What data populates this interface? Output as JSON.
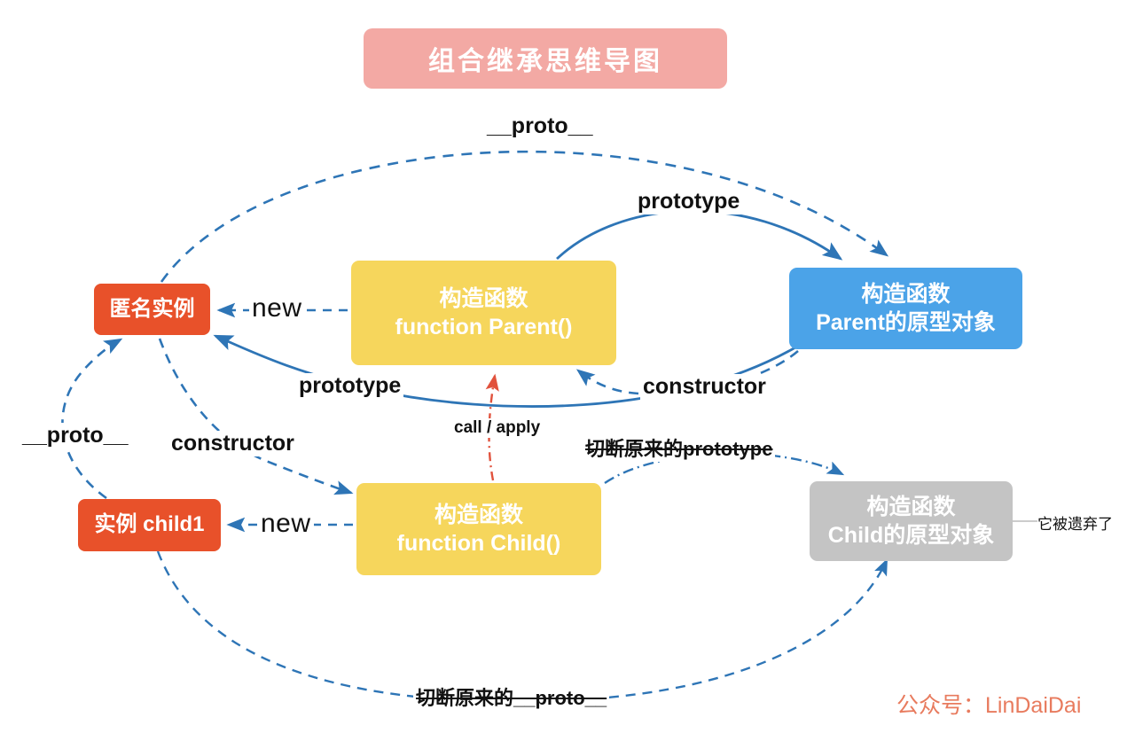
{
  "title": {
    "text": "组合继承思维导图",
    "bg_color": "#F3A9A4",
    "text_color": "#FFFFFF"
  },
  "watermark": {
    "text": "公众号：LinDaiDai",
    "color": "#E87B5E"
  },
  "nodes": {
    "anon": {
      "line1": "匿名实例",
      "line2": "",
      "color": "#E8512A"
    },
    "parent": {
      "line1": "构造函数",
      "line2": "function Parent()",
      "color": "#F6D65C"
    },
    "parent_proto": {
      "line1": "构造函数",
      "line2": "Parent的原型对象",
      "color": "#4BA3E8"
    },
    "child1": {
      "line1": "实例 child1",
      "line2": "",
      "color": "#E8512A"
    },
    "child": {
      "line1": "构造函数",
      "line2": "function Child()",
      "color": "#F6D65C"
    },
    "child_proto": {
      "line1": "构造函数",
      "line2": "Child的原型对象",
      "color": "#C4C4C4"
    }
  },
  "annotations": {
    "abandoned": "它被遗弃了"
  },
  "edge_labels": {
    "proto_top": "__proto__",
    "prototype_top": "prototype",
    "new_top": "new",
    "prototype_mid": "prototype",
    "constructor_right": "constructor",
    "proto_left": "__proto__",
    "constructor_left": "constructor",
    "call_apply": "call / apply",
    "cut_prototype": "切断原来的prototype",
    "new_bottom": "new",
    "cut_proto": "切断原来的__proto__"
  },
  "edges": [
    {
      "from": "anon",
      "to": "parent_proto",
      "label": "__proto__",
      "style": "dashed",
      "color": "#2E75B6"
    },
    {
      "from": "parent",
      "to": "parent_proto",
      "label": "prototype",
      "style": "solid",
      "color": "#2E75B6"
    },
    {
      "from": "parent",
      "to": "anon",
      "label": "new",
      "style": "dashed",
      "color": "#2E75B6"
    },
    {
      "from": "parent_proto",
      "to": "anon",
      "label": "prototype",
      "style": "solid",
      "color": "#2E75B6"
    },
    {
      "from": "parent_proto",
      "to": "parent",
      "label": "constructor",
      "style": "dashed",
      "color": "#2E75B6"
    },
    {
      "from": "child1",
      "to": "anon",
      "label": "__proto__",
      "style": "dashed",
      "color": "#2E75B6"
    },
    {
      "from": "anon",
      "to": "child",
      "label": "constructor",
      "style": "dashed",
      "color": "#2E75B6"
    },
    {
      "from": "child",
      "to": "parent",
      "label": "call / apply",
      "style": "dashdot",
      "color": "#E1523D"
    },
    {
      "from": "child",
      "to": "child_proto",
      "label": "切断原来的prototype",
      "style": "dashdot",
      "color": "#2E75B6"
    },
    {
      "from": "child",
      "to": "child1",
      "label": "new",
      "style": "dashed",
      "color": "#2E75B6"
    },
    {
      "from": "child1",
      "to": "child_proto",
      "label": "切断原来的__proto__",
      "style": "dashed",
      "color": "#2E75B6"
    }
  ],
  "palette": {
    "line_blue": "#2E75B6",
    "line_red": "#E1523D",
    "background": "#FFFFFF"
  }
}
